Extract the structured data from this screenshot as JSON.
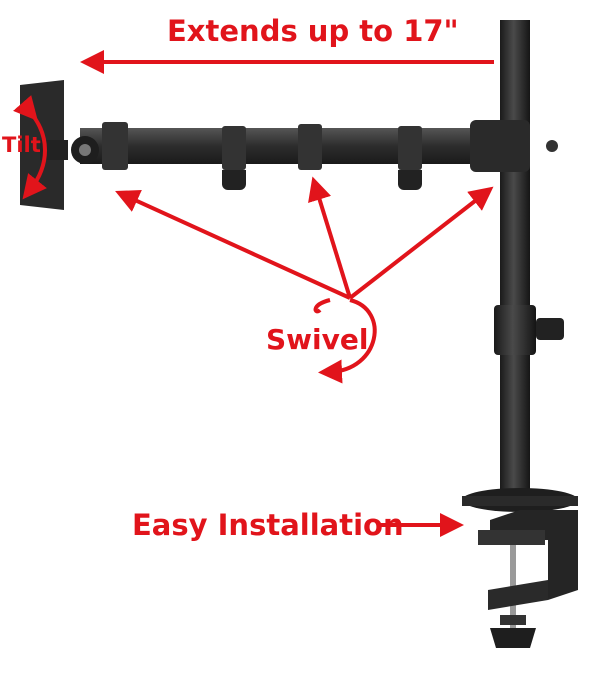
{
  "annotations": {
    "extends": "Extends up to 17\"",
    "tilt": "Tilt",
    "swivel": "Swivel",
    "installation": "Easy Installation"
  },
  "colors": {
    "annotation": "#e1141b",
    "product": "#2a2a2a",
    "background": "#ffffff"
  }
}
